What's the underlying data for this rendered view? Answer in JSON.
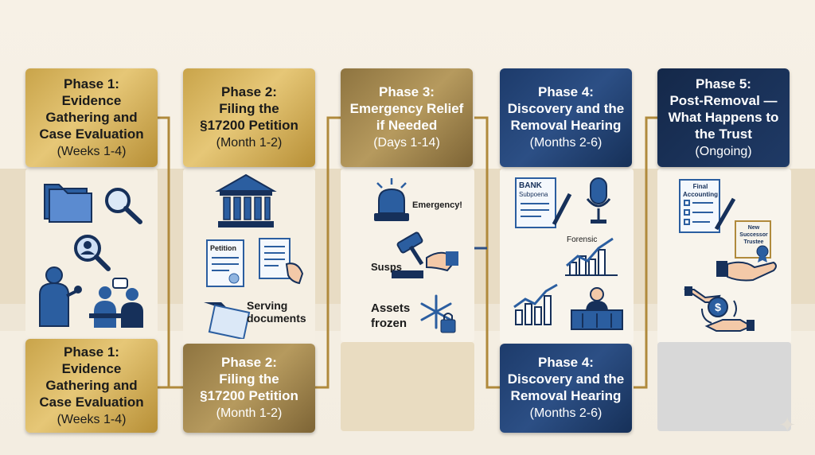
{
  "phases": {
    "p1": {
      "title": "Phase 1:\nEvidence\nGathering and\nCase Evaluation",
      "sub": "(Weeks 1-4)"
    },
    "p2": {
      "title": "Phase 2:\nFiling the\n§17200 Petition",
      "sub": "(Month 1-2)"
    },
    "p3": {
      "title": "Phase 3:\nEmergency Relief\nif Needed",
      "sub": "(Days 1-14)"
    },
    "p4": {
      "title": "Phase 4:\nDiscovery and the\nRemoval Hearing",
      "sub": "(Months 2-6)"
    },
    "p5": {
      "title": "Phase 5:\nPost-Removal —\nWhat Happens to\nthe Trust",
      "sub": "(Ongoing)"
    },
    "p1b": {
      "title": "Phase 1:\nEvidence\nGathering and\nCase Evaluation",
      "sub": "(Weeks 1-4)"
    },
    "p2b": {
      "title": "Phase 2:\nFiling the\n§17200 Petition",
      "sub": "(Month 1-2)"
    },
    "p4b": {
      "title": "Phase 4:\nDiscovery and the\nRemoval Hearing",
      "sub": "(Months 2-6)"
    }
  },
  "labels": {
    "petition": "Petition",
    "serving": "Serving\ndocuments",
    "emergency": "Emergency!",
    "susps": "Susps",
    "assets": "Assets\nfrozen",
    "bank": "BANK",
    "subpoena": "Subpoena",
    "forensic": "Forensic",
    "final_accounting": "Final\nAccounting",
    "new_trustee": "New\nSuccessor\nTrustee"
  },
  "colors": {
    "gold": "#c9a44a",
    "navy": "#1d3b6b",
    "brown": "#8e7440",
    "connector": "#b08a3c"
  }
}
